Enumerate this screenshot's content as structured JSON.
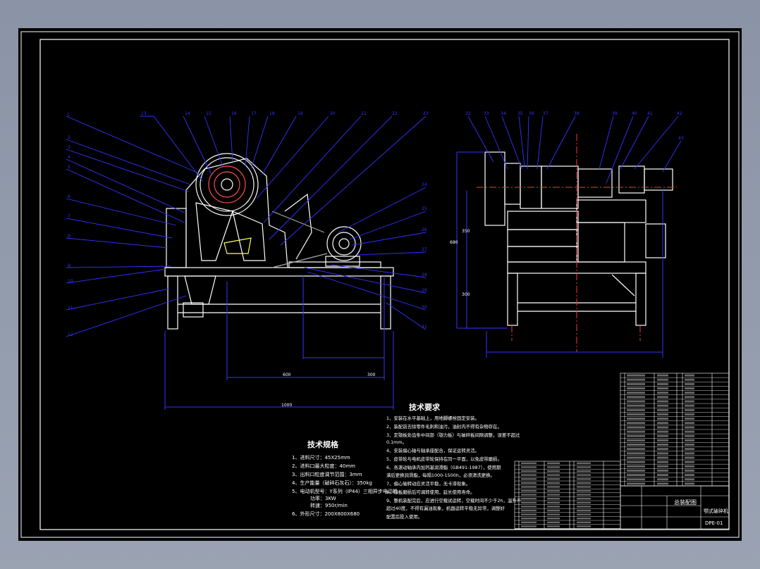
{
  "tech_specs": {
    "title": "技术规格",
    "lines": [
      "1、进料尺寸：45X25mm",
      "2、进料口最大粒度：40mm",
      "3、出料口粒度调节范围：3mm",
      "4、生产能量（破碎石灰石）：350kg",
      "5、电动机型号：Y系列（IP44）三相异步电动机",
      "功率：3KW",
      "转速：950r/min",
      "6、外形尺寸：200X800X680"
    ]
  },
  "tech_requirements": {
    "title": "技术要求",
    "lines": [
      "1、安装在水平基础上，用地脚螺栓固定安装。",
      "2、装配前去除零件毛刺和油污，油封内不得有杂物存在。",
      "3、定颚板处齿条中间部（颚力板）与破碎板间隙调整，误差不超过",
      "0.1mm。",
      "4、安装偏心轴与轴承座配合，保证运转灵活。",
      "5、皮带轮与电机皮带轮保持在同一平面，以免皮带磨损。",
      "6、各滚动轴承内加钙基润滑脂（GB491-1987），使用期",
      "满后更换润滑脂，每隔1000-1500h，必须清洗更换。",
      "7、偏心轴转动应灵活平稳，无卡滞现象。",
      "8、颚板磨损后可调转使用，延长使用寿命。",
      "9、整机装配完后，应进行空载试运转，空载时间不少于2h，温升不",
      "超过40度，不得有漏油现象，机器运转平稳无异常，调整好",
      "配置后投入使用。"
    ]
  },
  "title_block": {
    "drawing_name": "总装配图",
    "product_name": "颚式破碎机",
    "drawing_number": "DPE-01"
  },
  "dimensions": {
    "front_width": "1000",
    "front_mid1": "600",
    "front_mid2": "300",
    "side_height": "680",
    "side_h1": "350",
    "side_h2": "300"
  }
}
